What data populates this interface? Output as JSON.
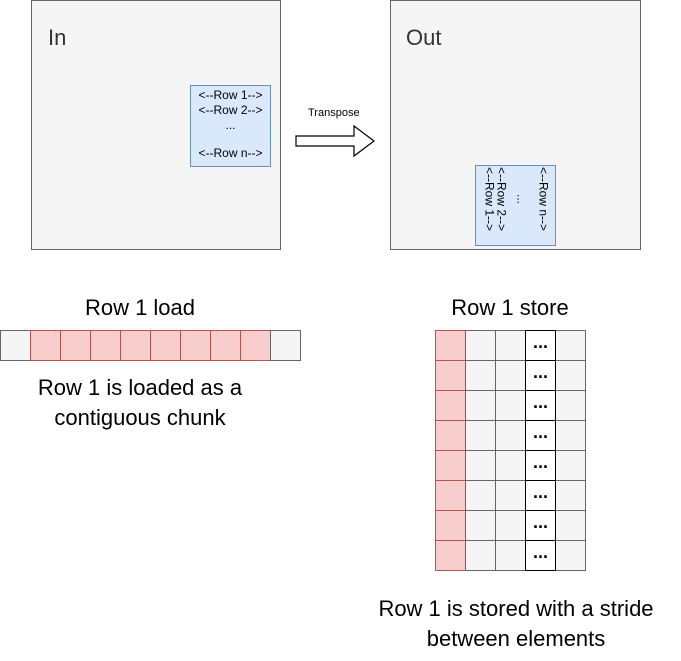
{
  "in_label": "In",
  "out_label": "Out",
  "in_chunk": {
    "row1": "<--Row 1-->",
    "row2": "<--Row 2-->",
    "ellipsis": "...",
    "rown": "<--Row n-->"
  },
  "out_chunk": {
    "row1": "<--Row 1-->",
    "row2": "<--Row 2-->",
    "ellipsis": "...",
    "rown": "<--Row n-->"
  },
  "arrow_label": "Transpose",
  "load_title": "Row 1 load",
  "load_caption": "Row 1 is loaded as a contiguous chunk",
  "store_title": "Row 1 store",
  "store_caption": "Row 1 is stored with a stride between elements",
  "store_dots": [
    "...",
    "...",
    "...",
    "...",
    "...",
    "...",
    "...",
    "..."
  ],
  "colors": {
    "matrix_fill": "#f5f5f5",
    "chunk_fill": "#dae8fc",
    "highlight_fill": "#f8cecc"
  }
}
